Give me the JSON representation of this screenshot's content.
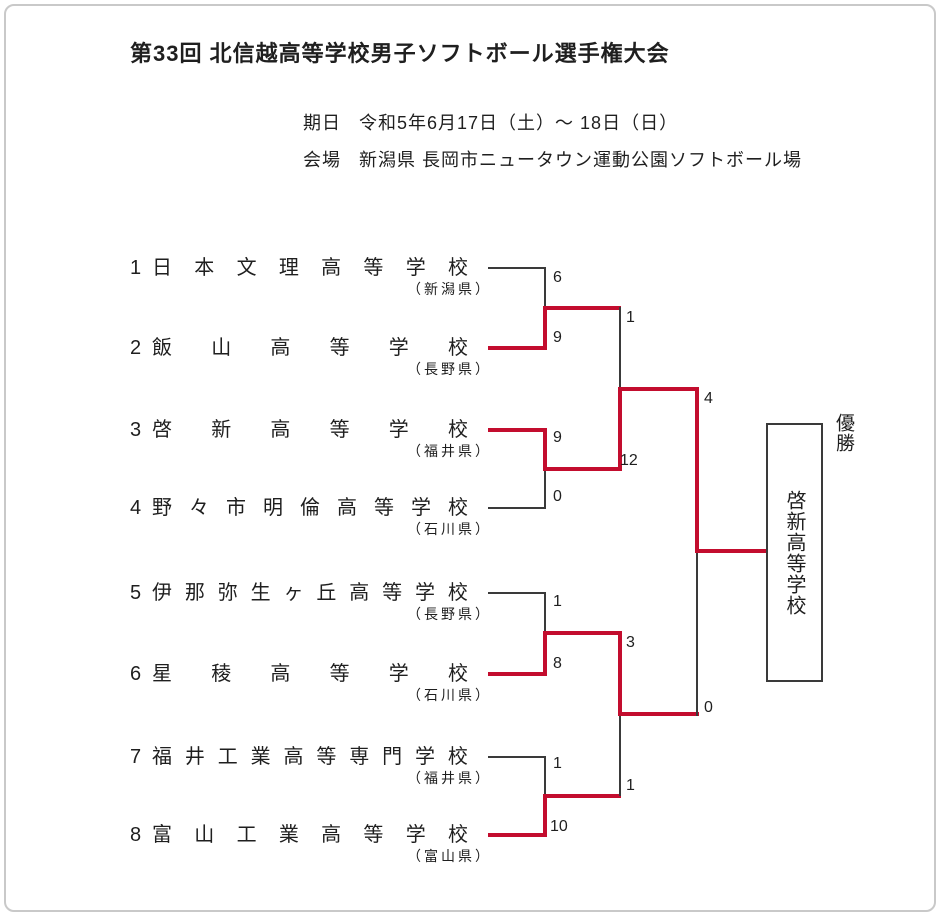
{
  "header": {
    "title": "第33回 北信越高等学校男子ソフトボール選手権大会",
    "date_label": "期日",
    "date_value": "令和5年6月17日（土）～ 18日（日）",
    "venue_label": "会場",
    "venue_value": "新潟県 長岡市ニュータウン運動公園ソフトボール場"
  },
  "colors": {
    "winner_path_red": "#c30d2e",
    "bracket_line_black": "#3a3a3a",
    "page_border_gray": "#c9c9c9"
  },
  "teams": [
    {
      "seed": "1",
      "name": "日本文理高等学校",
      "prefecture": "（新潟県）",
      "round1_score": "6",
      "advanced": false
    },
    {
      "seed": "2",
      "name": "飯山高等学校",
      "prefecture": "（長野県）",
      "round1_score": "9",
      "advanced": true
    },
    {
      "seed": "3",
      "name": "啓新高等学校",
      "prefecture": "（福井県）",
      "round1_score": "9",
      "advanced": true
    },
    {
      "seed": "4",
      "name": "野々市明倫高等学校",
      "prefecture": "（石川県）",
      "round1_score": "0",
      "advanced": false
    },
    {
      "seed": "5",
      "name": "伊那弥生ヶ丘高等学校",
      "prefecture": "（長野県）",
      "round1_score": "1",
      "advanced": false
    },
    {
      "seed": "6",
      "name": "星稜高等学校",
      "prefecture": "（石川県）",
      "round1_score": "8",
      "advanced": true
    },
    {
      "seed": "7",
      "name": "福井工業高等専門学校",
      "prefecture": "（福井県）",
      "round1_score": "1",
      "advanced": false
    },
    {
      "seed": "8",
      "name": "富山工業高等学校",
      "prefecture": "（富山県）",
      "round1_score": "10",
      "advanced": true
    }
  ],
  "semifinals": {
    "top": {
      "upper_score": "1",
      "lower_score": "12"
    },
    "bottom": {
      "upper_score": "3",
      "lower_score": "1"
    }
  },
  "final": {
    "upper_score": "4",
    "lower_score": "0"
  },
  "champion": {
    "label": "優勝",
    "name": "啓新高等学校"
  }
}
